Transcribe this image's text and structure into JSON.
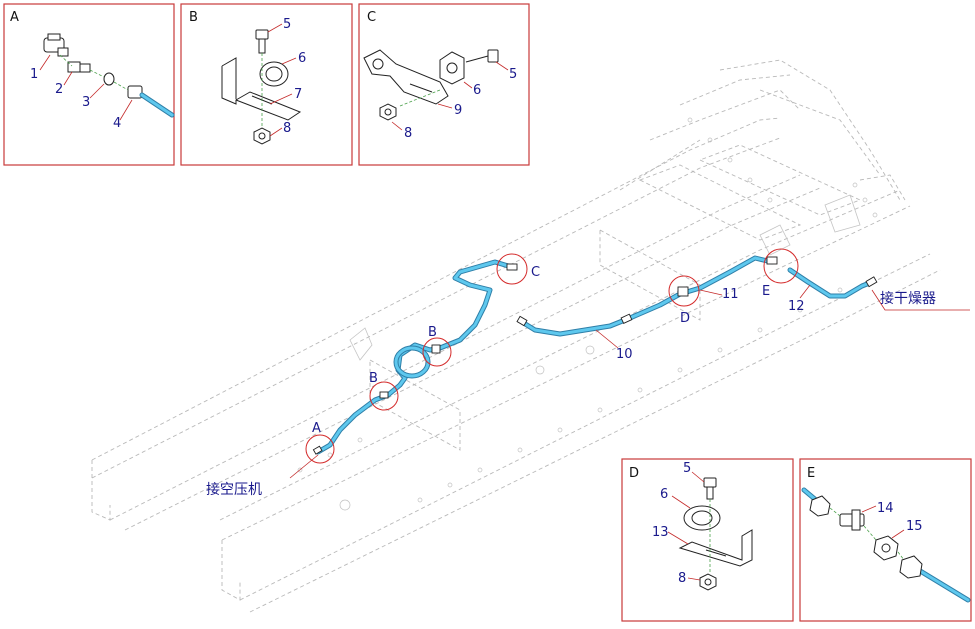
{
  "panels": {
    "A": {
      "title": "A",
      "parts": [
        "1",
        "2",
        "3",
        "4"
      ]
    },
    "B": {
      "title": "B",
      "parts": [
        "5",
        "6",
        "7",
        "8"
      ]
    },
    "C": {
      "title": "C",
      "parts": [
        "5",
        "6",
        "8",
        "9"
      ]
    },
    "D": {
      "title": "D",
      "parts": [
        "5",
        "6",
        "13",
        "8"
      ]
    },
    "E": {
      "title": "E",
      "parts": [
        "14",
        "15"
      ]
    }
  },
  "main": {
    "callouts": {
      "A": "A",
      "B1": "B",
      "B2": "B",
      "C": "C",
      "D": "D",
      "E": "E"
    },
    "part_numbers": {
      "p10": "10",
      "p11": "11",
      "p12": "12"
    },
    "labels": {
      "compressor": "接空压机",
      "dryer": "接干燥器"
    }
  },
  "colors": {
    "pipe": "#5ec8ee",
    "pipe_edge": "#2f7fa8",
    "callout_circle": "#d42a2a",
    "panel_border": "#c93a3a",
    "label_text": "#1a1a8c"
  }
}
